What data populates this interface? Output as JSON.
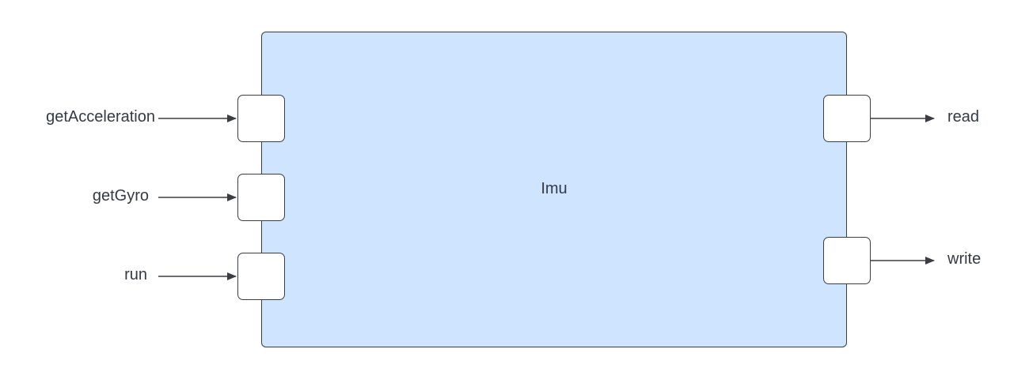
{
  "component": {
    "name": "Imu"
  },
  "inputs": [
    {
      "label": "getAcceleration"
    },
    {
      "label": "getGyro"
    },
    {
      "label": "run"
    }
  ],
  "outputs": [
    {
      "label": "read"
    },
    {
      "label": "write"
    }
  ],
  "colors": {
    "component_fill": "#cfe4ff",
    "stroke": "#3a3d44",
    "port_fill": "#ffffff",
    "text": "#333a45"
  }
}
